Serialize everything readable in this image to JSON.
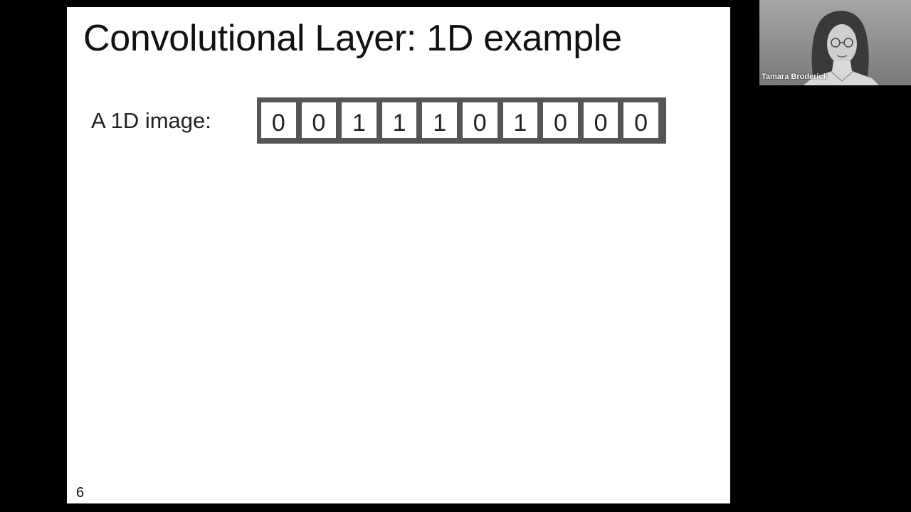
{
  "slide": {
    "title": "Convolutional Layer: 1D example",
    "image_label": "A 1D image:",
    "cells": [
      "0",
      "0",
      "1",
      "1",
      "1",
      "0",
      "1",
      "0",
      "0",
      "0"
    ],
    "page_number": "6"
  },
  "video": {
    "participant_name": "Tamara Broderick"
  },
  "colors": {
    "background": "#000000",
    "slide": "#ffffff",
    "strip_border": "#555555",
    "text": "#111111"
  }
}
